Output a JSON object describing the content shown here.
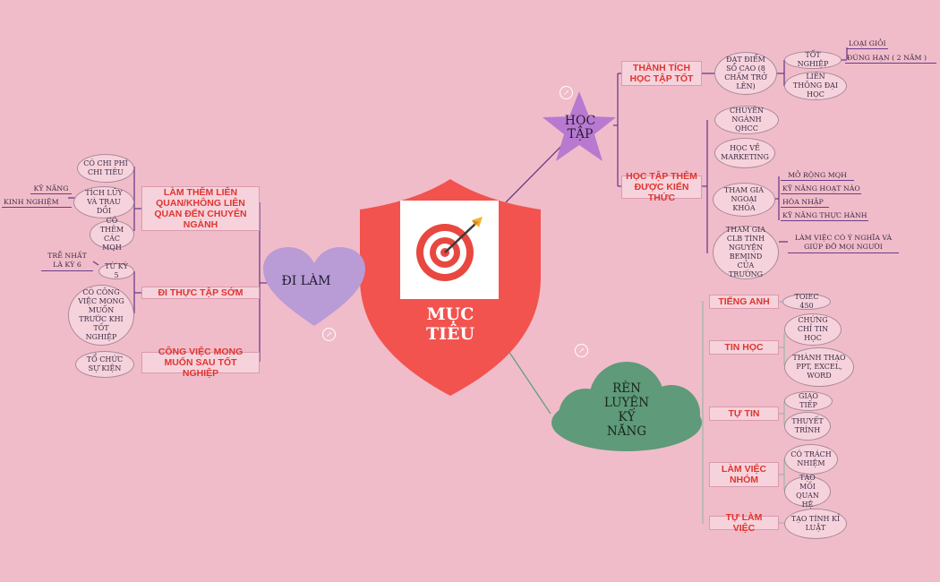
{
  "center": {
    "title_line1": "MỤC",
    "title_line2": "TIÊU"
  },
  "study": {
    "label_line1": "HỌC",
    "label_line2": "TẬP",
    "branch1": "THÀNH TÍCH HỌC TẬP TỐT",
    "b1_score": "ĐẠT ĐIỂM SỐ CAO (8 CHẤM TRỞ LÊN)",
    "b1_grad": "TỐT NGHIỆP",
    "b1_grad_type": "LOẠI GIỎI",
    "b1_grad_time": "ĐÚNG HẠN ( 2 NĂM )",
    "b1_transfer": "LIÊN THÔNG ĐẠI HỌC",
    "branch2": "HỌC TẬP THÊM ĐƯỢC KIẾN THỨC",
    "b2_major": "CHUYÊN NGÀNH QHCC",
    "b2_marketing": "HỌC VỀ MARKETING",
    "b2_extra": "THAM GIA NGOẠI KHÓA",
    "b2_extra_items": [
      "MỞ RỘNG MQH",
      "KỸ NĂNG HOẠT NÁO",
      "HÒA NHẬP",
      "KỸ NĂNG THỰC HÀNH"
    ],
    "b2_club": "THAM GIA CLB TÌNH NGUYỆN BEMIND CỦA TRƯỜNG",
    "b2_club_detail": "LÀM VIỆC CÓ Ý NGHĨA VÀ GIÚP ĐỠ MỌI NGƯỜI"
  },
  "skills": {
    "label_line1": "RÈN",
    "label_line2": "LUYỆN",
    "label_line3": "KỸ",
    "label_line4": "NĂNG",
    "english": "TIẾNG ANH",
    "english_item": "TOIEC 450",
    "it": "TIN HỌC",
    "it_cert": "CHỨNG CHỈ TIN HỌC",
    "it_office": "THÀNH THẠO PPT, EXCEL, WORD",
    "confidence": "TỰ TIN",
    "conf_comm": "GIAO TIẾP",
    "conf_present": "THUYẾT TRÌNH",
    "team": "LÀM VIỆC NHÓM",
    "team_resp": "CÓ TRÁCH NHIỆM",
    "team_rel": "TẠO MỐI QUAN HỆ",
    "self": "TỰ LÀM VIỆC",
    "self_disc": "TẠO TÍNH KỈ LUẬT"
  },
  "work": {
    "label": "ĐI LÀM",
    "branch1": "LÀM THÊM LIÊN QUAN/KHÔNG LIÊN QUAN ĐẾN CHUYÊN NGÀNH",
    "b1_cost": "CÓ CHI PHÍ CHI TIÊU",
    "b1_save": "TÍCH LŨY VÀ TRAU DỒI",
    "b1_save_items": [
      "KỸ NĂNG",
      "KINH NGHIỆM"
    ],
    "b1_mqh": "CÓ THÊM CÁC MQH",
    "branch2": "ĐI THỰC TẬP SỚM",
    "b2_term": "TỪ KỲ 5",
    "b2_late": "TRỄ NHẤT LÀ KỲ 6",
    "b2_job": "CÓ CÔNG VIỆC MONG MUỐN TRƯỚC KHI TỐT NGHIỆP",
    "branch3": "CÔNG VIỆC MONG MUỐN SAU TỐT NGHIỆP",
    "b3_event": "TỔ CHỨC SỰ KIỆN"
  },
  "colors": {
    "background": "#f1bcc9",
    "shield": "#f2534f",
    "star": "#b77ad0",
    "heart": "#b99bd6",
    "cloud": "#5f9a7a",
    "branch_text": "#e0352f"
  }
}
